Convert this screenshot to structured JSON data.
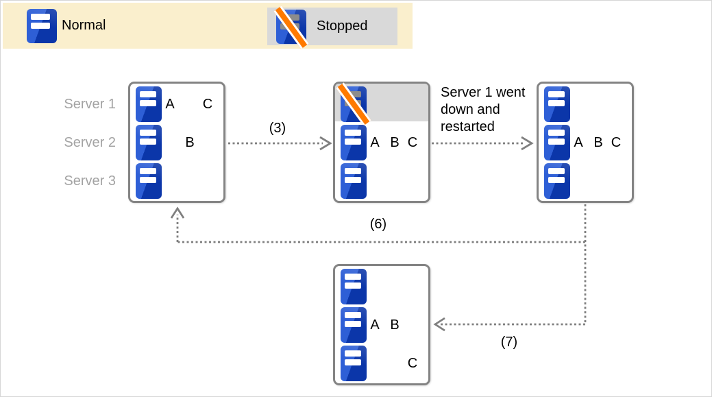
{
  "legend": {
    "normal_label": "Normal",
    "stopped_label": "Stopped"
  },
  "row_labels": [
    "Server 1",
    "Server 2",
    "Server 3"
  ],
  "annotation_lines": [
    "Server 1 went",
    "down and",
    "restarted"
  ],
  "arrow_labels": {
    "step3": "(3)",
    "step6": "(6)",
    "step7": "(7)"
  },
  "boxes": {
    "initial": {
      "r1a": "A",
      "r1c": "C",
      "r2b": "B"
    },
    "failed": {
      "abc": [
        "A",
        "B",
        "C"
      ]
    },
    "restarted": {
      "abc": [
        "A",
        "B",
        "C"
      ]
    },
    "rebalanced": {
      "ab": [
        "A",
        "B"
      ],
      "c": "C"
    }
  },
  "colors": {
    "legend_bg": "#FAEFCD",
    "stopped_bg": "#D9D9D9",
    "icon_blue_light": "#2E5FD6",
    "icon_blue_dark": "#0B36A9",
    "stop_stripe_orange": "#FF7A00",
    "box_border_gray": "#848484",
    "arrow_gray": "#7F7F7F",
    "row_label_gray": "#A3A3A3"
  }
}
